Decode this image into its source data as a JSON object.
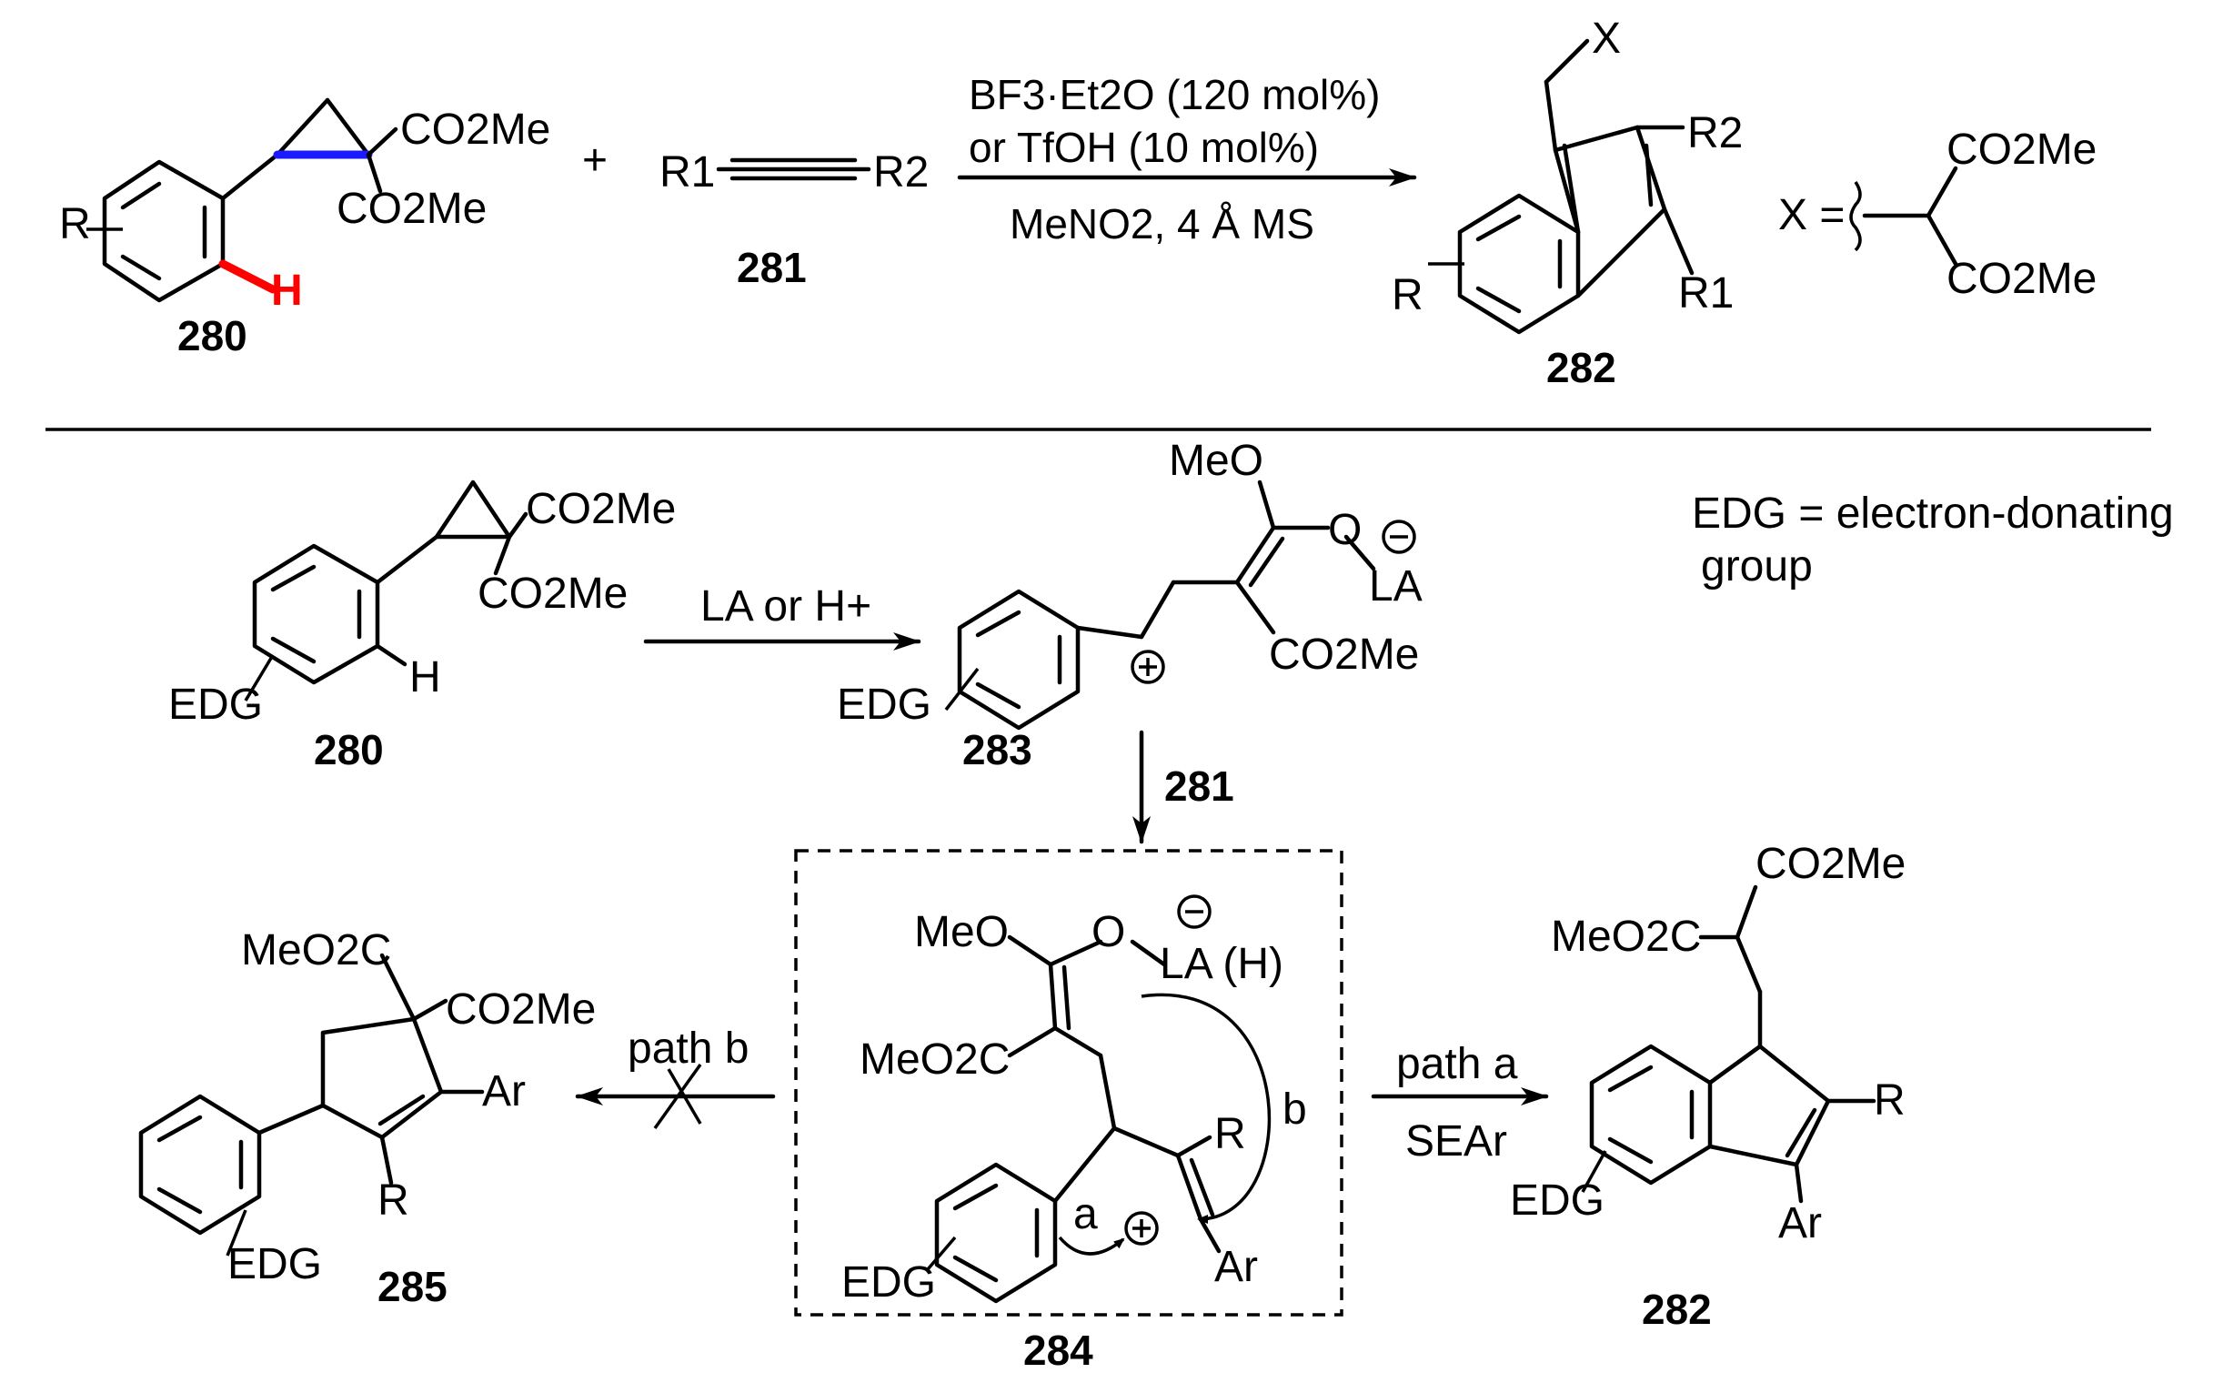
{
  "scheme": {
    "top": {
      "sm1_label": "280",
      "sm1_ester_top": "CO2Me",
      "sm1_ester_bottom": "CO2Me",
      "sm1_R": "R",
      "sm1_H": "H",
      "plus": "+",
      "alkyne_left": "R1",
      "alkyne_right": "R2",
      "alkyne_label": "281",
      "cond_line1": "BF3·Et2O (120 mol%)",
      "cond_line2": "or TfOH (10 mol%)",
      "cond_line3": "MeNO2, 4 Å MS",
      "prod_label": "282",
      "prod_X": "X",
      "prod_R2": "R2",
      "prod_R1": "R1",
      "prod_R": "R",
      "xdef": "X =",
      "xdef_top": "CO2Me",
      "xdef_bottom": "CO2Me"
    },
    "mech": {
      "edg_def_line1": "EDG = electron-donating",
      "edg_def_line2": "group",
      "step1_reagent": "LA or H+",
      "s280_label": "280",
      "s280_top": "CO2Me",
      "s280_bottom": "CO2Me",
      "s280_H": "H",
      "s280_EDG": "EDG",
      "i283_label": "283",
      "i283_MeO": "MeO",
      "i283_O": "O",
      "i283_LA": "LA",
      "i283_ester": "CO2Me",
      "i283_EDG": "EDG",
      "step2_reagent": "281",
      "i284_label": "284",
      "i284_MeO": "MeO",
      "i284_O": "O",
      "i284_LA": "LA (H)",
      "i284_ester": "MeO2C",
      "i284_R": "R",
      "i284_Ar": "Ar",
      "i284_EDG": "EDG",
      "arrow_a": "a",
      "arrow_b": "b",
      "path_a": "path a",
      "path_a_sub": "SEAr",
      "path_b": "path b",
      "p285_label": "285",
      "p285_ester1": "MeO2C",
      "p285_ester2": "CO2Me",
      "p285_Ar": "Ar",
      "p285_R": "R",
      "p285_EDG": "EDG",
      "p282_label": "282",
      "p282_ester1": "CO2Me",
      "p282_ester2": "MeO2C",
      "p282_R": "R",
      "p282_Ar": "Ar",
      "p282_EDG": "EDG"
    }
  },
  "colors": {
    "highlight_bond": "#1a1aff",
    "highlight_H": "#ff0000"
  }
}
